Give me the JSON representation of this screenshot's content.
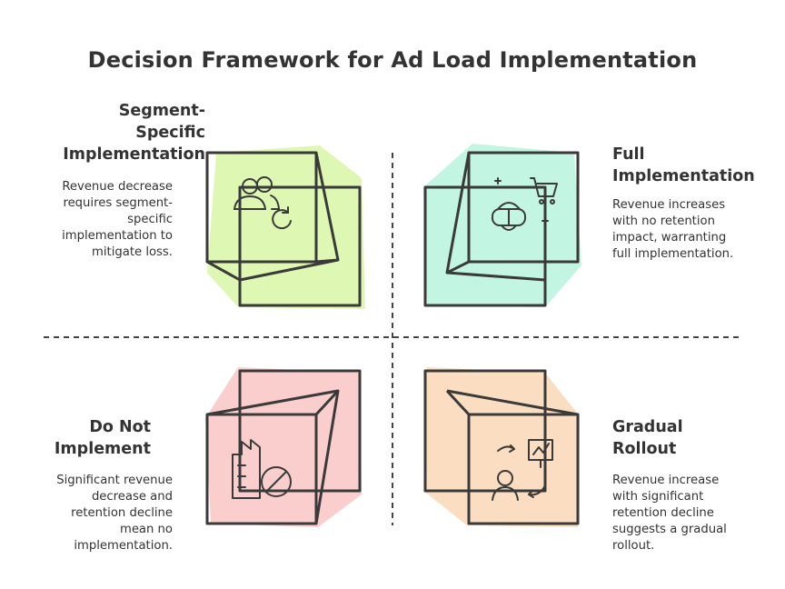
{
  "title": "Decision Framework for Ad Load Implementation",
  "quadrants": {
    "top_left": {
      "title_lines": [
        "Segment-",
        "Specific",
        "Implementation"
      ],
      "desc_lines": [
        "Revenue decrease",
        "requires segment-",
        "specific",
        "implementation to",
        "mitigate loss."
      ],
      "color": "#d9f7a6",
      "icon": "users-refresh-icon"
    },
    "top_right": {
      "title_lines": [
        "Full",
        "Implementation"
      ],
      "desc_lines": [
        "Revenue increases",
        "with no retention",
        "impact, warranting",
        "full implementation."
      ],
      "color": "#b9f5de",
      "icon": "vr-headset-cart-icon"
    },
    "bottom_left": {
      "title_lines": [
        "Do Not",
        "Implement"
      ],
      "desc_lines": [
        "Significant revenue",
        "decrease and",
        "retention decline",
        "mean no",
        "implementation."
      ],
      "color": "#fbc6c6",
      "icon": "factory-prohibited-icon"
    },
    "bottom_right": {
      "title_lines": [
        "Gradual",
        "Rollout"
      ],
      "desc_lines": [
        "Revenue increase",
        "with significant",
        "retention decline",
        "suggests a gradual",
        "rollout."
      ],
      "color": "#fbd8b8",
      "icon": "user-chart-cycle-icon"
    }
  }
}
